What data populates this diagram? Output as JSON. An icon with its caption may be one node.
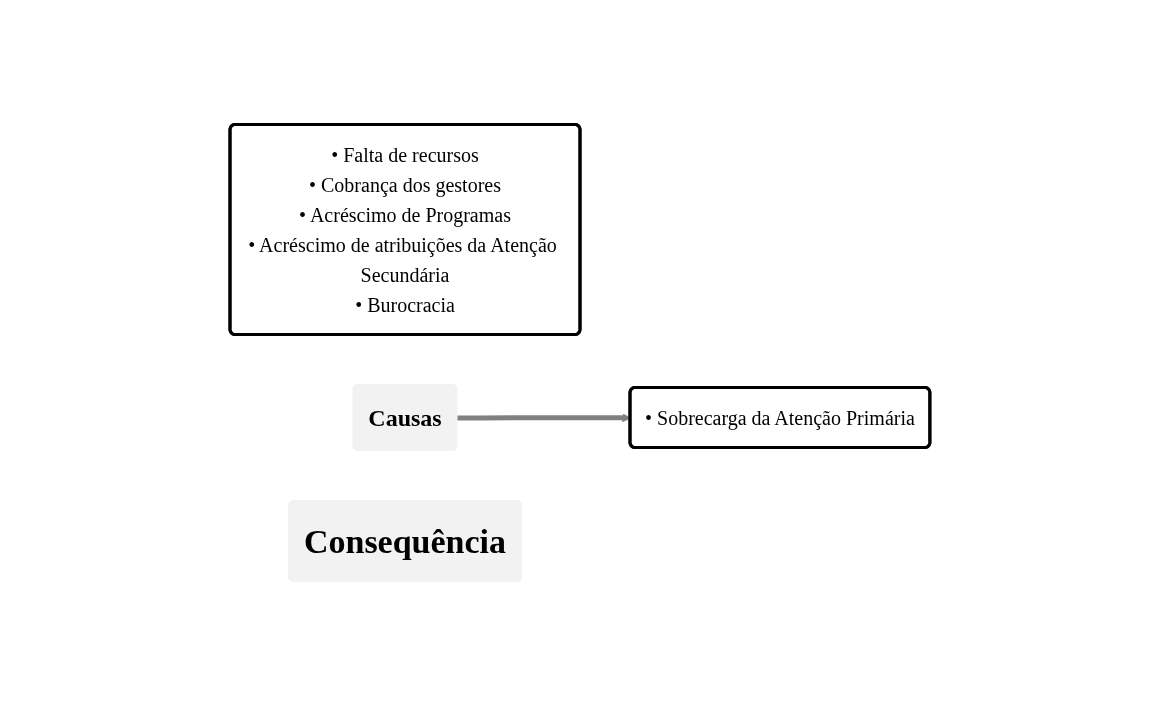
{
  "diagram": {
    "nodes": [
      {
        "text": [
          "• Falta de recursos",
          "• Cobrança dos gestores",
          "• Acréscimo de Programas",
          "• Acréscimo de atribuições da Atenção Secundária",
          "• Burocracia"
        ]
      },
      {
        "text": [
          "Causas"
        ]
      },
      {
        "text": [
          "• Sobrecarga da Atenção Primária"
        ]
      },
      {
        "text": [
          "Consequência"
        ]
      }
    ],
    "edges": [
      {
        "from": 1,
        "to": 2,
        "arrow": "to",
        "color": "#808080"
      }
    ]
  }
}
